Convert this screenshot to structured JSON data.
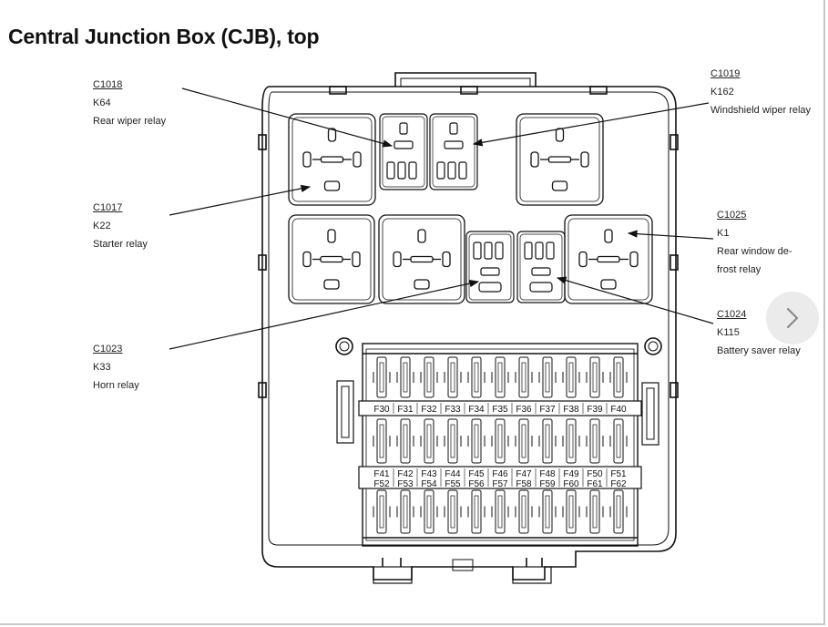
{
  "title": "Central Junction Box (CJB), top",
  "callouts": [
    {
      "id": "c1018",
      "connector": "C1018",
      "relay": "K64",
      "desc": "Rear wiper relay"
    },
    {
      "id": "c1017",
      "connector": "C1017",
      "relay": "K22",
      "desc": "Starter relay"
    },
    {
      "id": "c1023",
      "connector": "C1023",
      "relay": "K33",
      "desc": "Horn relay"
    },
    {
      "id": "c1019",
      "connector": "C1019",
      "relay": "K162",
      "desc": "Windshield wiper relay"
    },
    {
      "id": "c1025",
      "connector": "C1025",
      "relay": "K1",
      "desc": "Rear window de-",
      "desc2": "frost relay"
    },
    {
      "id": "c1024",
      "connector": "C1024",
      "relay": "K115",
      "desc": "Battery saver relay"
    }
  ],
  "fuse_rows": {
    "row1": [
      "F30",
      "F31",
      "F32",
      "F33",
      "F34",
      "F35",
      "F36",
      "F37",
      "F38",
      "F39",
      "F40"
    ],
    "row2_top": [
      "F41",
      "F42",
      "F43",
      "F44",
      "F45",
      "F46",
      "F47",
      "F48",
      "F49",
      "F50",
      "F51"
    ],
    "row2_bottom": [
      "F52",
      "F53",
      "F54",
      "F55",
      "F56",
      "F57",
      "F58",
      "F59",
      "F60",
      "F61",
      "F62"
    ]
  },
  "next_icon": "chevron-right-icon"
}
